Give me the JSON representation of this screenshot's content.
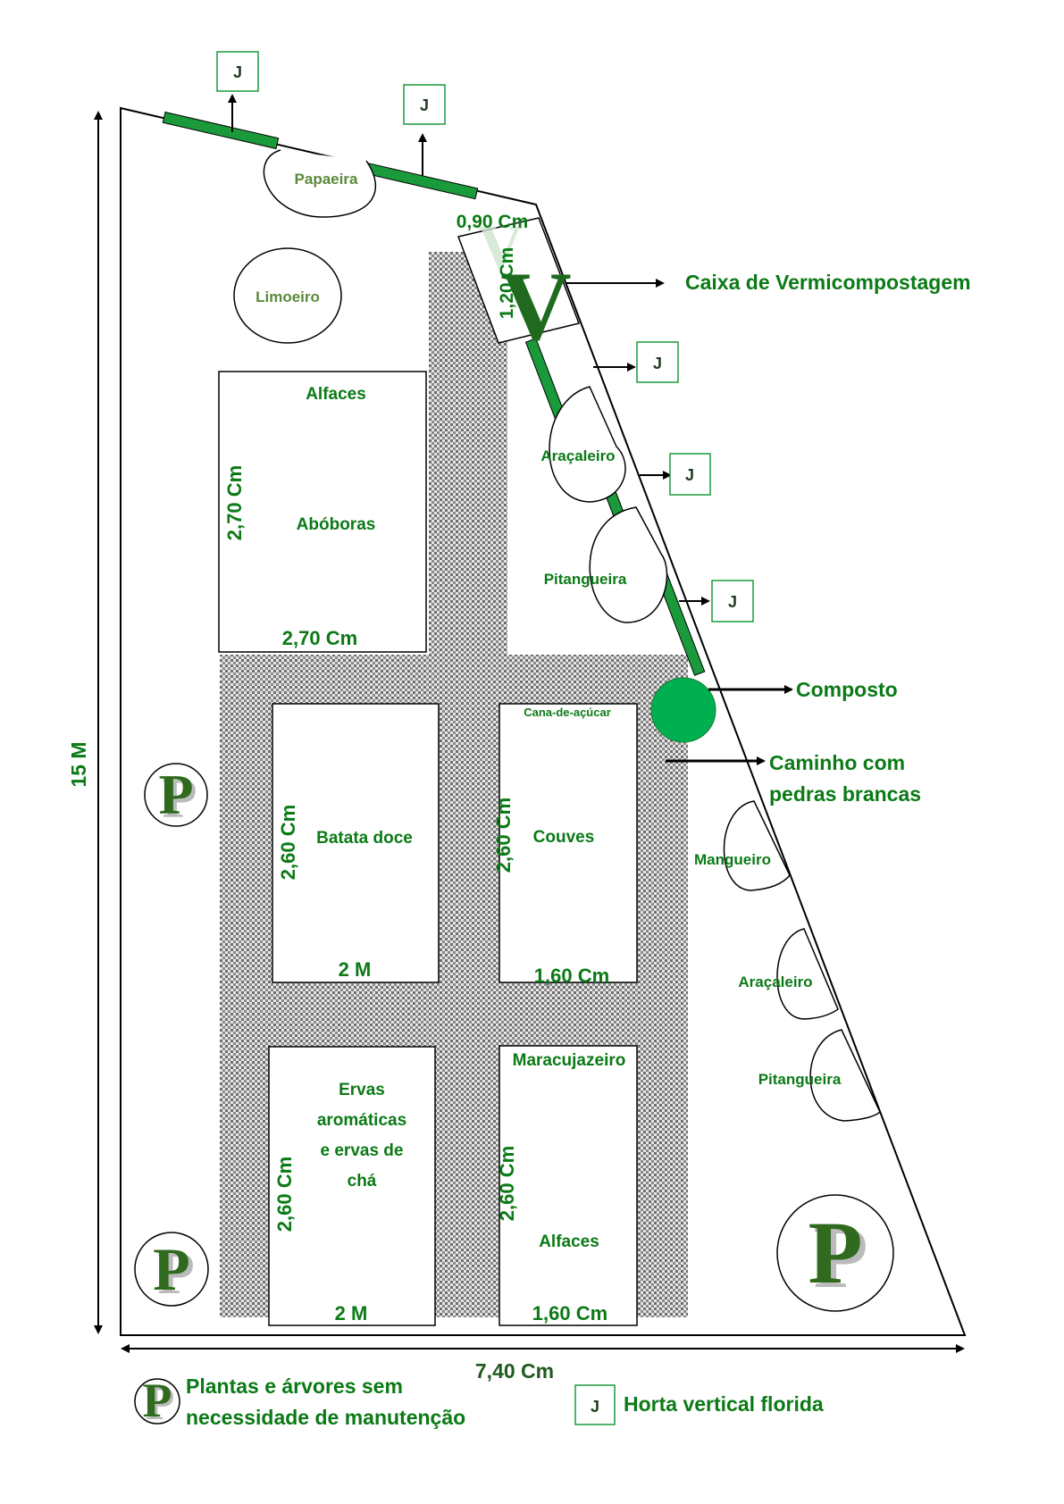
{
  "dimensions": {
    "height": "15 M",
    "base": "7,40 Cm",
    "vermi_width": "0,90 Cm",
    "vermi_height": "1,20 Cm",
    "bed1_height": "2,70 Cm",
    "bed1_width": "2,70 Cm",
    "bed_height": "2,60 Cm",
    "bed_width_2m": "2 M",
    "bed_width_160": "1,60 Cm"
  },
  "trees": {
    "papaeira": "Papaeira",
    "limoeiro": "Limoeiro",
    "aracaleiro": "Araçaleiro",
    "pitangueira": "Pitangueira",
    "mangueiro": "Mangueiro"
  },
  "beds": {
    "bed1_top": "Alfaces",
    "bed1_center": "Abóboras",
    "bed2": "Batata doce",
    "bed3_top": "Cana-de-açúcar",
    "bed3": "Couves",
    "bed4_lines": [
      "Ervas",
      "aromáticas",
      "e ervas de",
      "chá"
    ],
    "bed5_top": "Maracujazeiro",
    "bed5_bottom": "Alfaces"
  },
  "callouts": {
    "vermi": "Caixa de Vermicompostagem",
    "vermi_letter": "V",
    "composto": "Composto",
    "caminho_line1": "Caminho com",
    "caminho_line2": "pedras brancas"
  },
  "symbols": {
    "j": "J",
    "p": "P"
  },
  "legend": {
    "p_line1": "Plantas e árvores sem",
    "p_line2": "necessidade de manutenção",
    "j_label": "Horta vertical florida"
  },
  "colors": {
    "text_green": "#0b7a16",
    "bar_green": "#1a9a3a",
    "compost_green": "#00b050",
    "olive": "#5a8a3a"
  }
}
